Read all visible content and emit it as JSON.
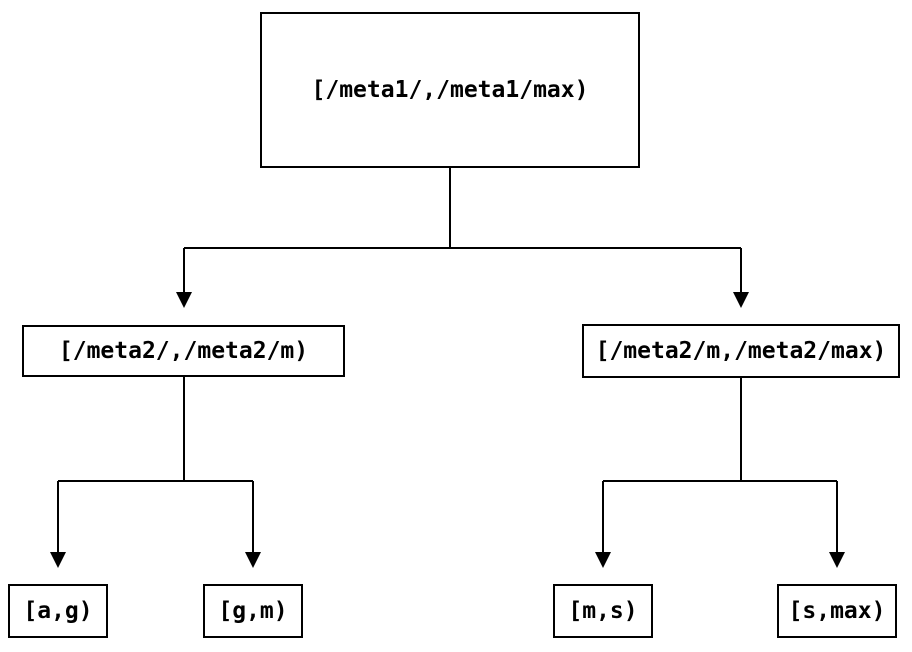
{
  "diagram": {
    "type": "binary-interval-tree",
    "background_color": "#ffffff",
    "line_color": "#000000",
    "nodes": {
      "root": {
        "label": "[/meta1/,/meta1/max)"
      },
      "meta2_low": {
        "label": "[/meta2/,/meta2/m)"
      },
      "meta2_high": {
        "label": "[/meta2/m,/meta2/max)"
      },
      "leaf_ag": {
        "label": "[a,g)"
      },
      "leaf_gm": {
        "label": "[g,m)"
      },
      "leaf_ms": {
        "label": "[m,s)"
      },
      "leaf_smax": {
        "label": "[s,max)"
      }
    },
    "edges": [
      {
        "from": "root",
        "to": "meta2_low"
      },
      {
        "from": "root",
        "to": "meta2_high"
      },
      {
        "from": "meta2_low",
        "to": "leaf_ag"
      },
      {
        "from": "meta2_low",
        "to": "leaf_gm"
      },
      {
        "from": "meta2_high",
        "to": "leaf_ms"
      },
      {
        "from": "meta2_high",
        "to": "leaf_smax"
      }
    ]
  }
}
